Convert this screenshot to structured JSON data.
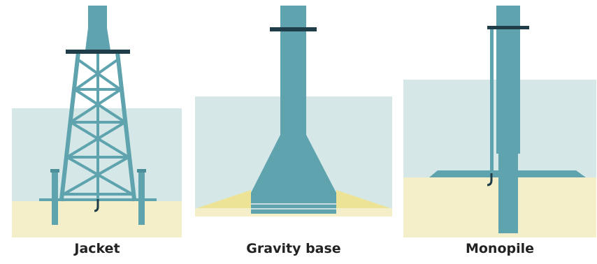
{
  "labels": {
    "jacket": "Jacket",
    "gravity_base": "Gravity base",
    "monopile": "Monopile"
  },
  "colors": {
    "water": "#d5e8e7",
    "seabed": "#f4efc8",
    "structure": "#5ea3ae",
    "structure_dark": "#4a8f9a",
    "deck": "#1f3e4a",
    "scour_protection": "#ece396",
    "cable": "#1f3e4a"
  }
}
